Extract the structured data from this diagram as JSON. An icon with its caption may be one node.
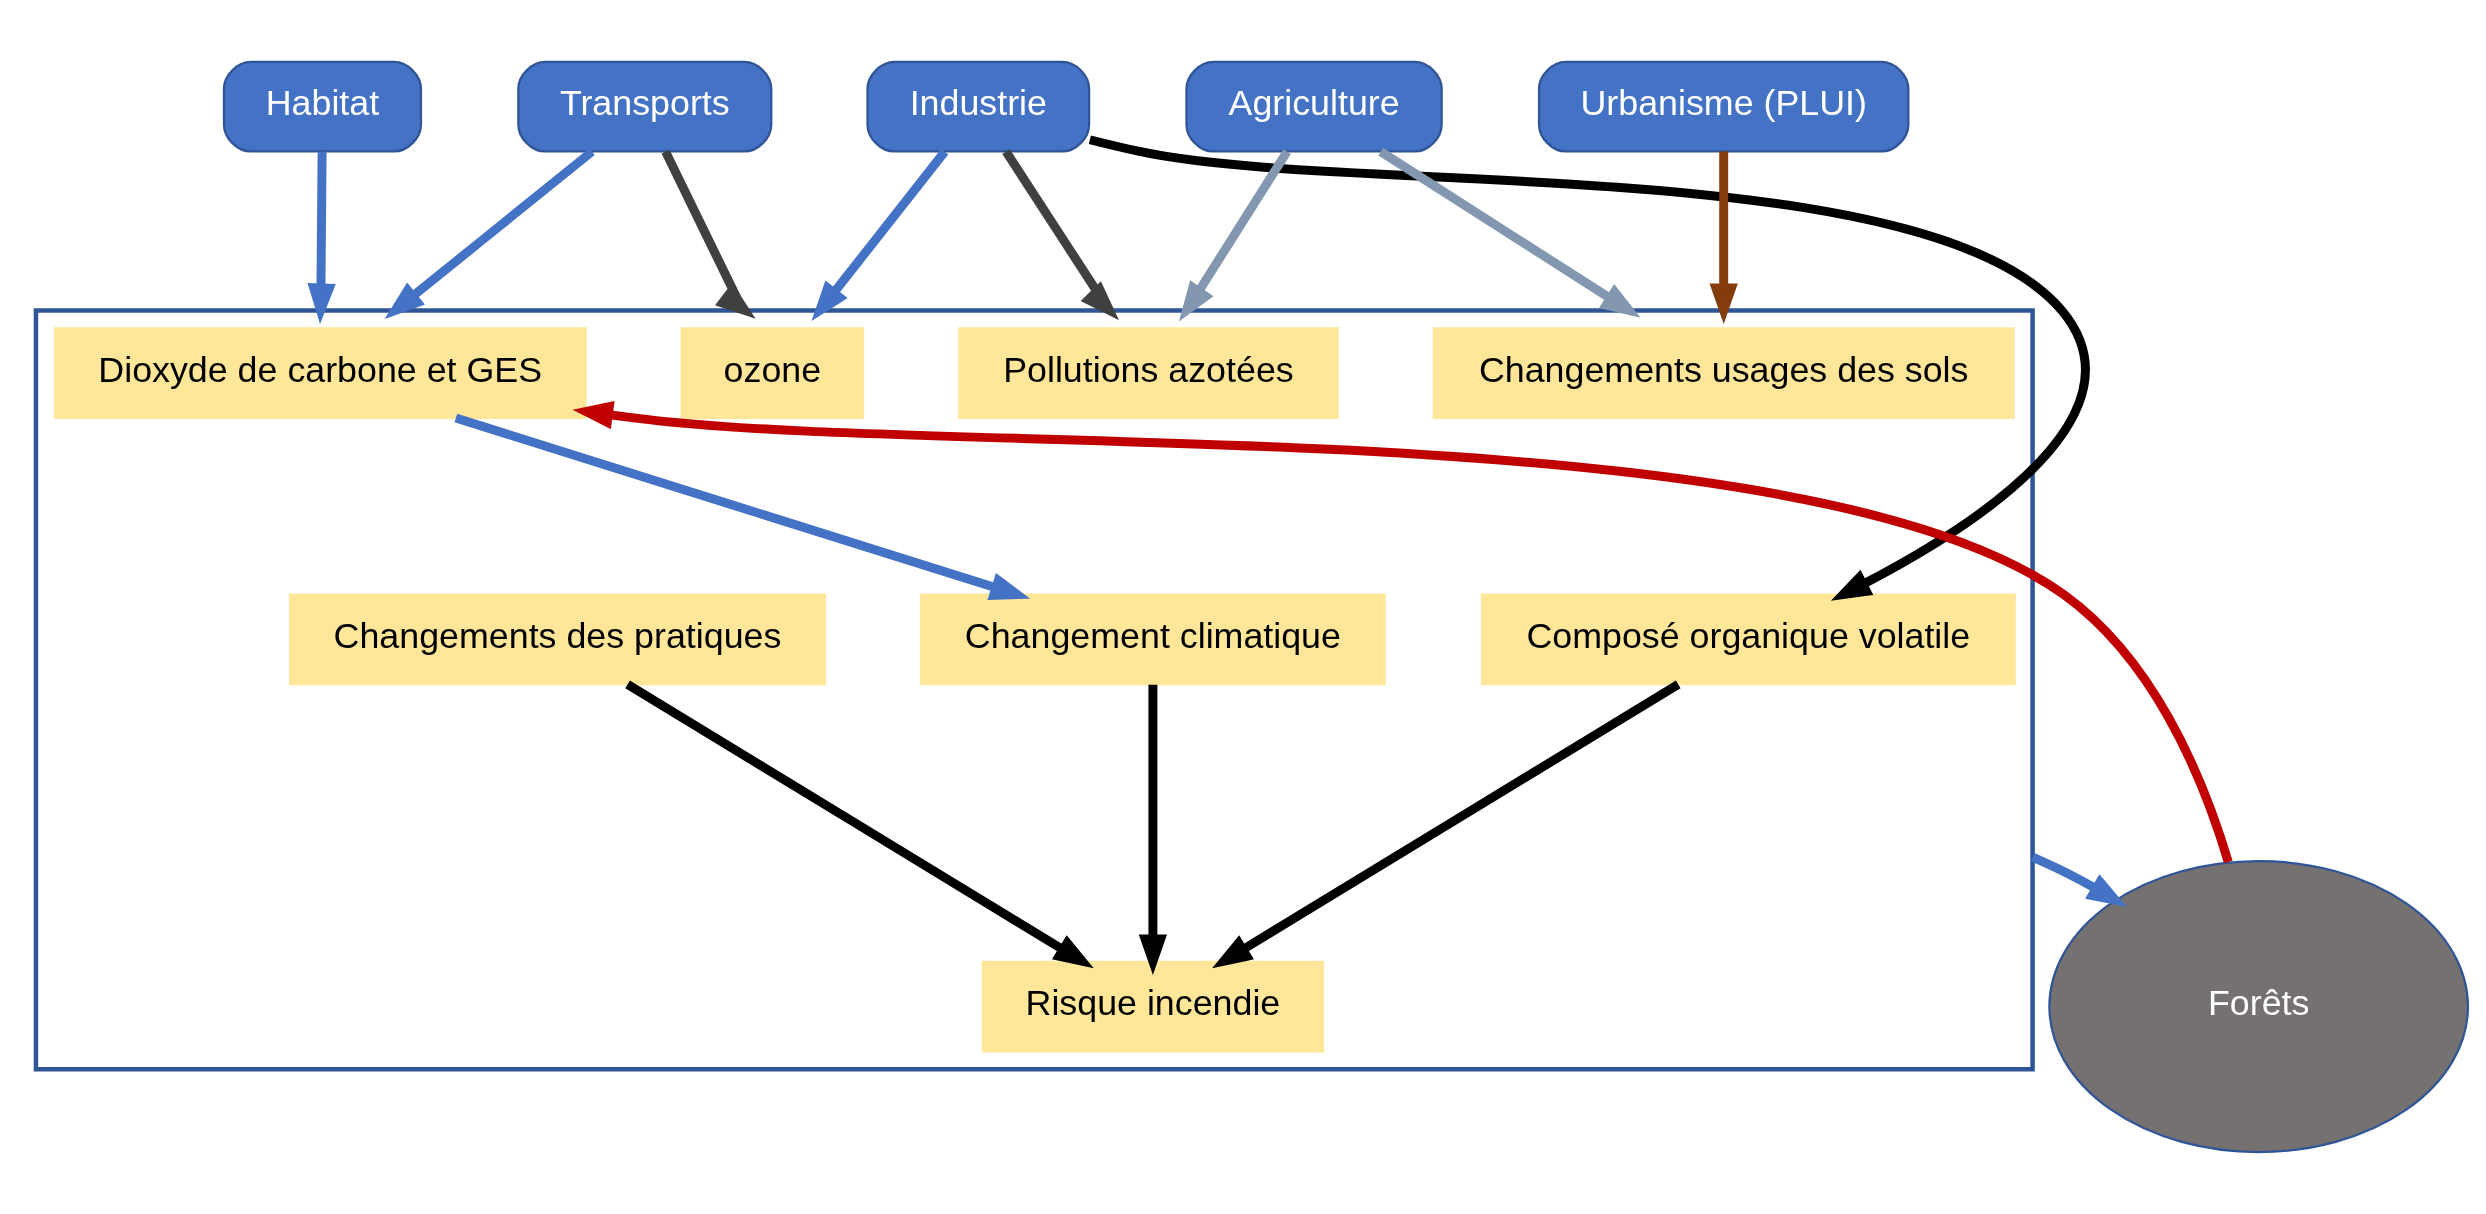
{
  "diagram": {
    "nodes": [
      {
        "text": [
          "Habitat"
        ]
      },
      {
        "text": [
          "Transports"
        ]
      },
      {
        "text": [
          "Industrie"
        ]
      },
      {
        "text": [
          "Agriculture"
        ]
      },
      {
        "text": [
          "Urbanisme (PLUI)"
        ]
      },
      {
        "text": [],
        "shape": "box"
      },
      {
        "text": [
          "Dioxyde de carbone et GES"
        ],
        "in": 5
      },
      {
        "text": [
          "ozone"
        ],
        "in": 5
      },
      {
        "text": [
          "Pollutions azotées"
        ],
        "in": 5
      },
      {
        "text": [
          "Changements usages des sols"
        ],
        "in": 5
      },
      {
        "text": [
          "Composé organique volatile"
        ],
        "in": 5
      },
      {
        "text": [
          "Changement climatique"
        ],
        "in": 5
      },
      {
        "text": [
          "Changements des pratiques"
        ],
        "in": 5
      },
      {
        "text": [
          "Risque incendie"
        ],
        "in": 5
      },
      {
        "text": [
          "Forêts"
        ]
      }
    ],
    "edges": [
      {
        "from": 0,
        "to": 5,
        "arrow": "to"
      },
      {
        "from": 1,
        "to": 5,
        "arrow": "to"
      },
      {
        "from": 1,
        "to": 5,
        "arrow": "to",
        "color": "#404040"
      },
      {
        "from": 2,
        "to": 5,
        "arrow": "to"
      },
      {
        "from": 2,
        "to": 5,
        "arrow": "to",
        "color": "#404040"
      },
      {
        "from": 2,
        "to": 10,
        "arrow": "to",
        "color": "#000000"
      },
      {
        "from": 3,
        "to": 5,
        "arrow": "to",
        "color": "#8497b0"
      },
      {
        "from": 3,
        "to": 5,
        "arrow": "to",
        "color": "#8497b0"
      },
      {
        "from": 4,
        "to": 5,
        "arrow": "to",
        "color": "#843c0c"
      },
      {
        "from": 6,
        "to": 11,
        "arrow": "to"
      },
      {
        "from": 5,
        "to": 14,
        "arrow": "to"
      },
      {
        "from": 14,
        "to": 6,
        "arrow": "to",
        "color": "#c00000"
      },
      {
        "from": 11,
        "to": 13,
        "arrow": "to",
        "color": "#000000"
      },
      {
        "from": 10,
        "to": 13,
        "arrow": "to",
        "color": "#000000"
      },
      {
        "from": 12,
        "to": 13,
        "arrow": "to",
        "color": "#000000"
      }
    ]
  }
}
